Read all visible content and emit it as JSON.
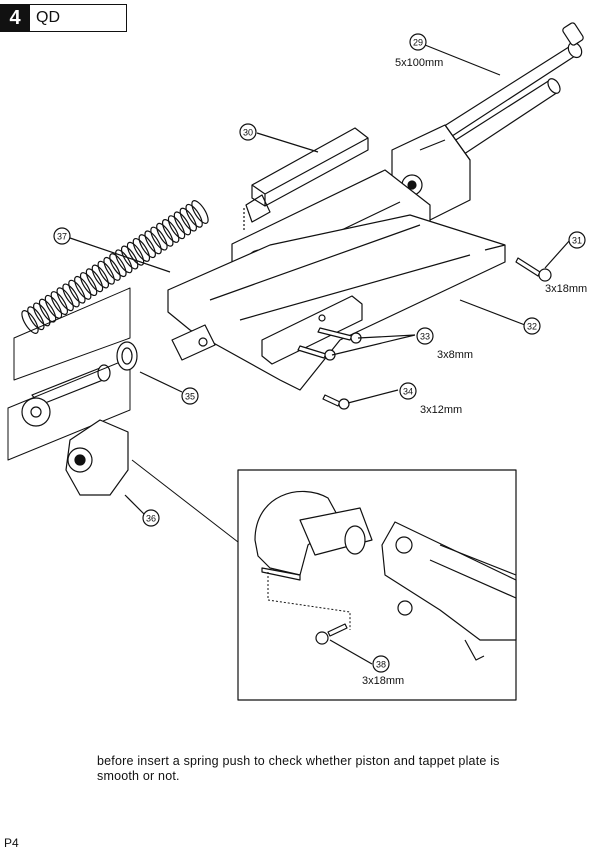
{
  "header": {
    "step_number": "4",
    "title": "QD"
  },
  "callouts": [
    {
      "id": "c29",
      "number": "29",
      "spec": "5x100mm"
    },
    {
      "id": "c30",
      "number": "30",
      "spec": ""
    },
    {
      "id": "c31",
      "number": "31",
      "spec": "3x18mm"
    },
    {
      "id": "c32",
      "number": "32",
      "spec": ""
    },
    {
      "id": "c33",
      "number": "33",
      "spec": "3x8mm"
    },
    {
      "id": "c34",
      "number": "34",
      "spec": "3x12mm"
    },
    {
      "id": "c35",
      "number": "35",
      "spec": ""
    },
    {
      "id": "c36",
      "number": "36",
      "spec": ""
    },
    {
      "id": "c37",
      "number": "37",
      "spec": ""
    },
    {
      "id": "c38",
      "number": "38",
      "spec": "3x18mm"
    }
  ],
  "note": "before insert a spring push to check whether piston and tappet plate is smooth or not.",
  "page": "P4"
}
